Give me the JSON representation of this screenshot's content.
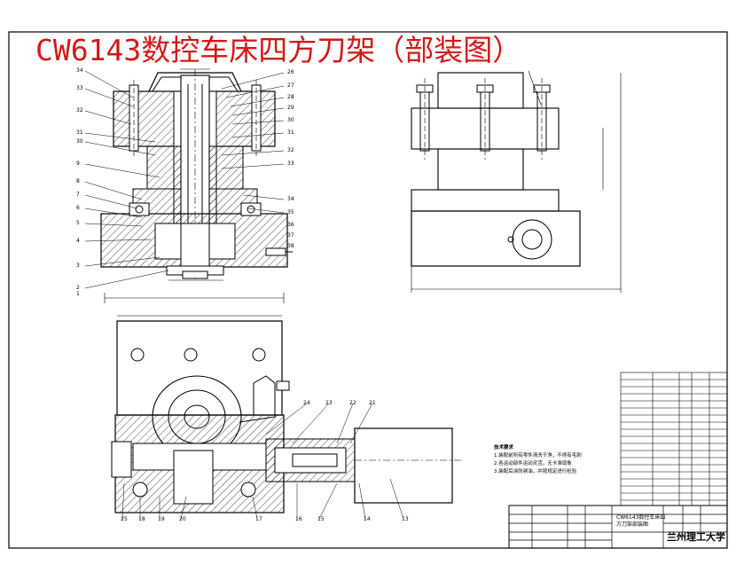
{
  "title": "CW6143数控车床四方刀架（部装图）",
  "institution": "兰州理工大学",
  "drawing_name": [
    "CW6143数控车床四",
    "方刀架部装图"
  ],
  "notes": {
    "heading": "技术要求",
    "items": [
      "1.装配前所有零件清洗干净，不得有毛刺",
      "2.各运动部件运动灵活，无卡滞现象",
      "3.装配后涂防锈油，并按规定进行检验"
    ]
  },
  "balloons_left": [
    "34",
    "33",
    "32",
    "31",
    "30",
    "9",
    "8",
    "7",
    "6",
    "5",
    "4",
    "3",
    "2",
    "1"
  ],
  "balloons_right": [
    "26",
    "27",
    "28",
    "29",
    "30",
    "31",
    "32",
    "33",
    "34",
    "35",
    "36",
    "37",
    "38"
  ],
  "balloons_bottom": [
    "24",
    "23",
    "22",
    "21",
    "25",
    "18",
    "19",
    "20",
    "17",
    "16",
    "15",
    "14",
    "13"
  ],
  "colors": {
    "title": "#d41818",
    "line": "#000000",
    "hatch": "#000000"
  }
}
